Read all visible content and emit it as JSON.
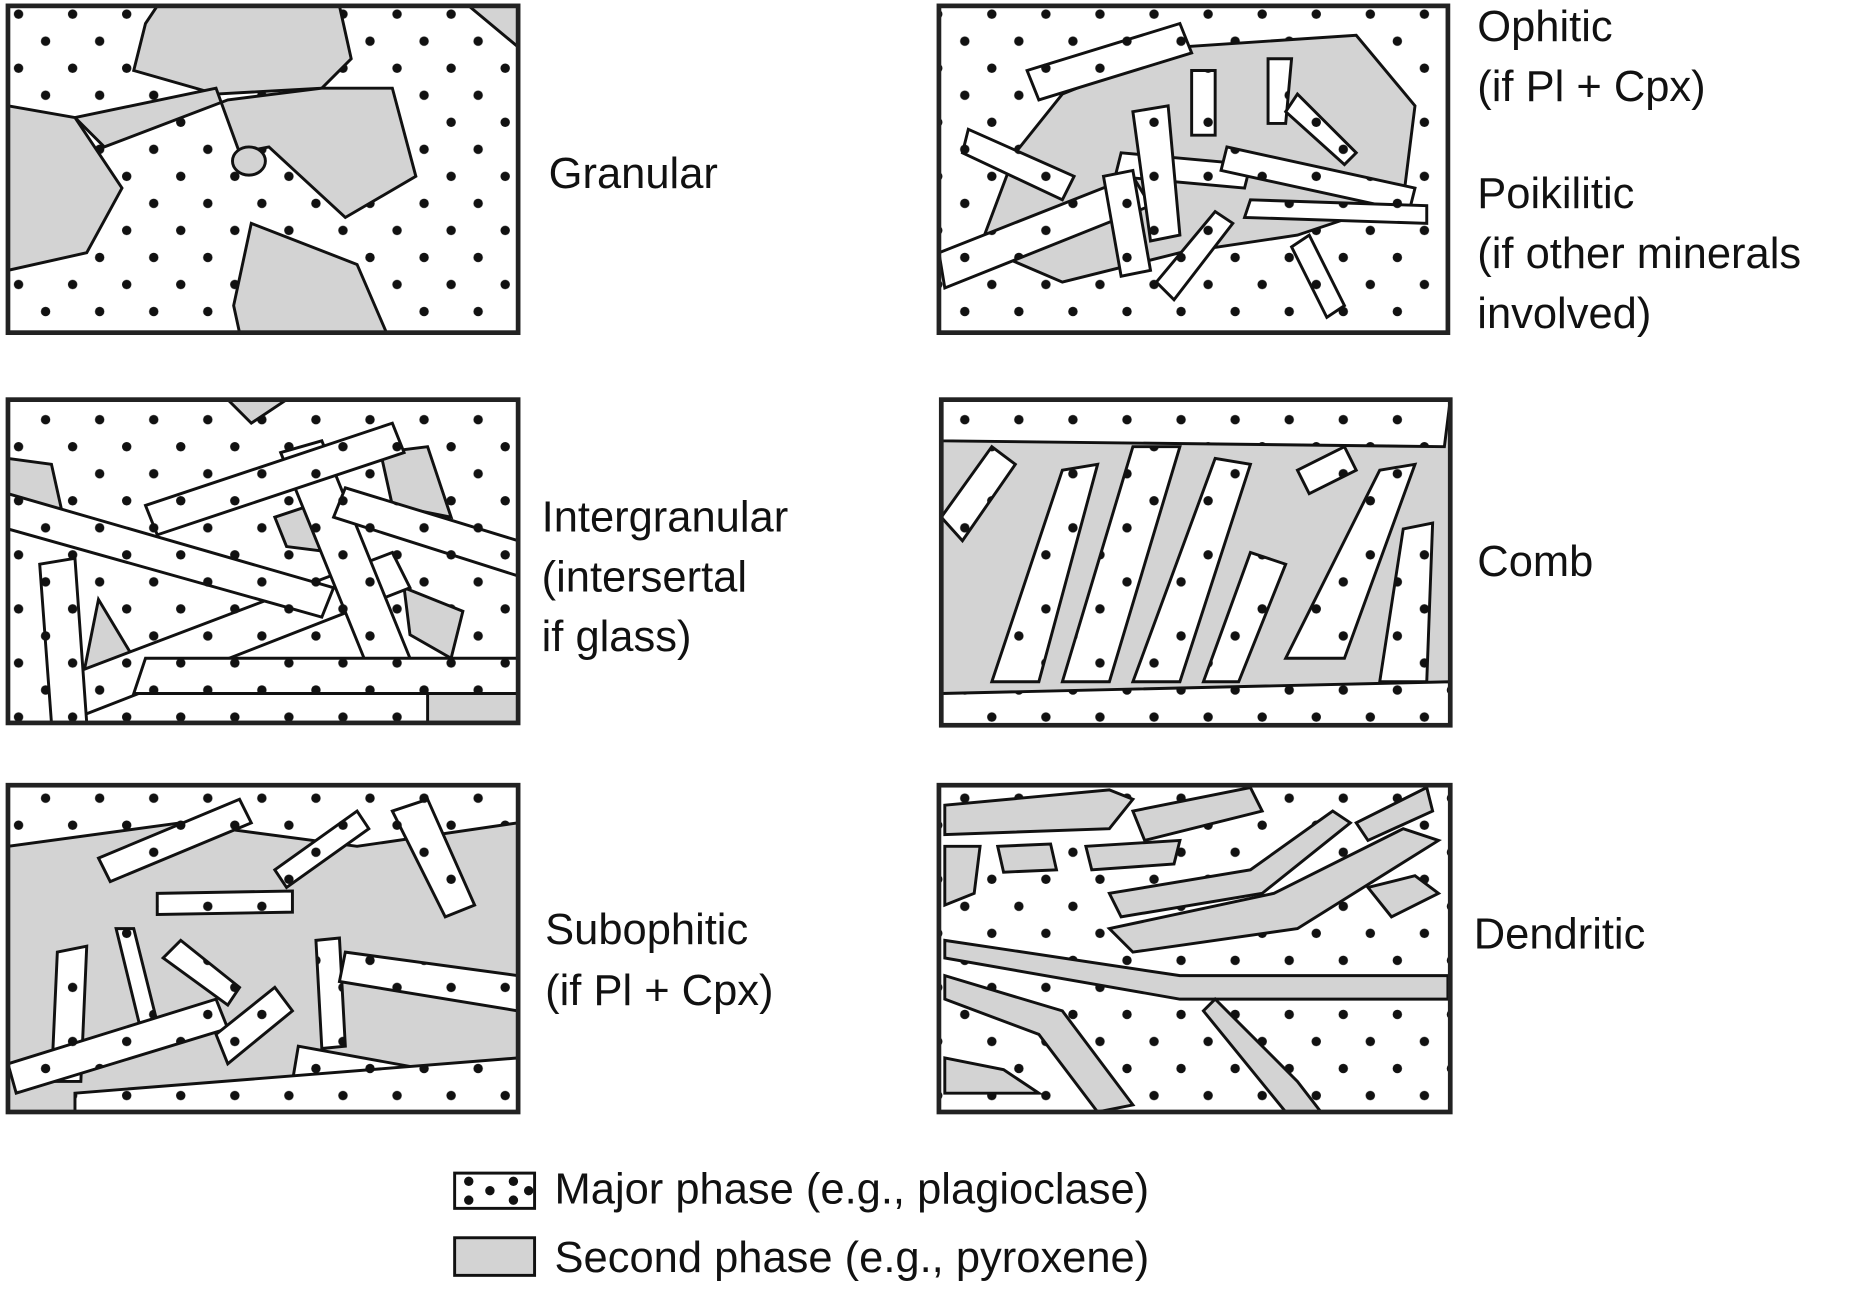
{
  "panels": [
    {
      "id": "granular",
      "label_lines": [
        "Granular"
      ]
    },
    {
      "id": "ophitic",
      "label_lines": [
        "Ophitic",
        "(if Pl + Cpx)",
        "Poikilitic",
        "(if other minerals",
        "involved)"
      ]
    },
    {
      "id": "intergranular",
      "label_lines": [
        "Intergranular",
        "(intersertal",
        "if glass)"
      ]
    },
    {
      "id": "comb",
      "label_lines": [
        "Comb"
      ]
    },
    {
      "id": "subophitic",
      "label_lines": [
        "Subophitic",
        "(if Pl + Cpx)"
      ]
    },
    {
      "id": "dendritic",
      "label_lines": [
        "Dendritic"
      ]
    }
  ],
  "legend": {
    "major": "Major phase (e.g., plagioclase)",
    "second": "Second phase (e.g., pyroxene)"
  },
  "colors": {
    "second_phase": "#d3d3d3",
    "outline": "#111111"
  }
}
